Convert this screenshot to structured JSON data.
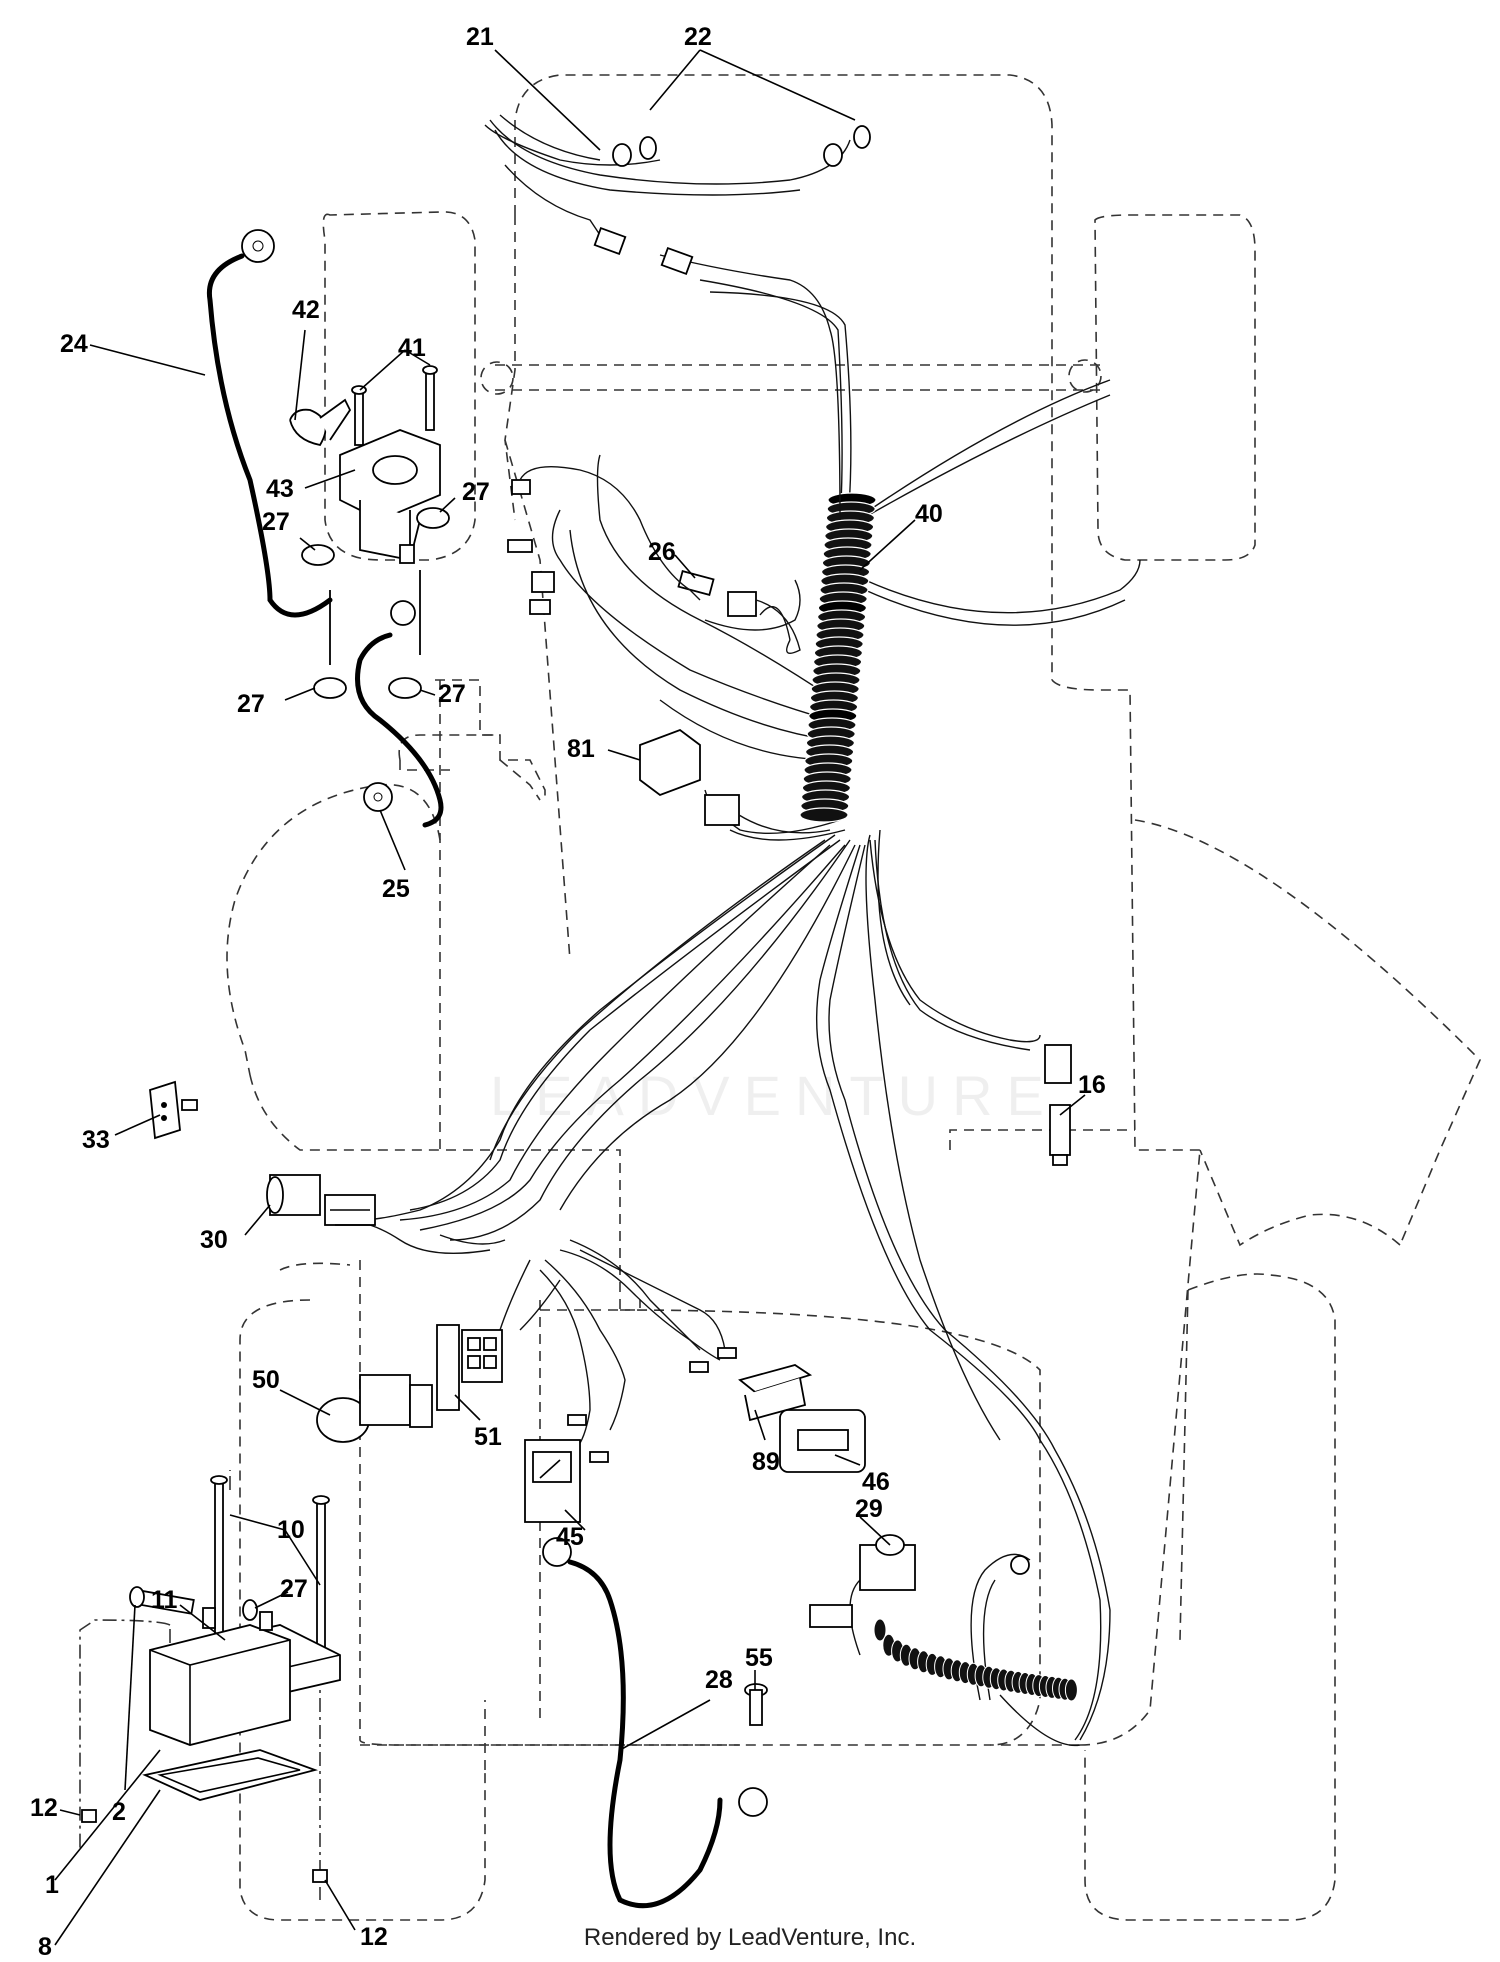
{
  "watermark": "LEADVENTURE",
  "footer": "Rendered by LeadVenture, Inc.",
  "callouts": [
    "21",
    "22",
    "24",
    "42",
    "41",
    "43",
    "27",
    "27",
    "27",
    "27",
    "40",
    "26",
    "81",
    "25",
    "16",
    "33",
    "30",
    "50",
    "51",
    "89",
    "46",
    "45",
    "10",
    "11",
    "29",
    "55",
    "28",
    "27",
    "12",
    "2",
    "1",
    "8",
    "12"
  ]
}
